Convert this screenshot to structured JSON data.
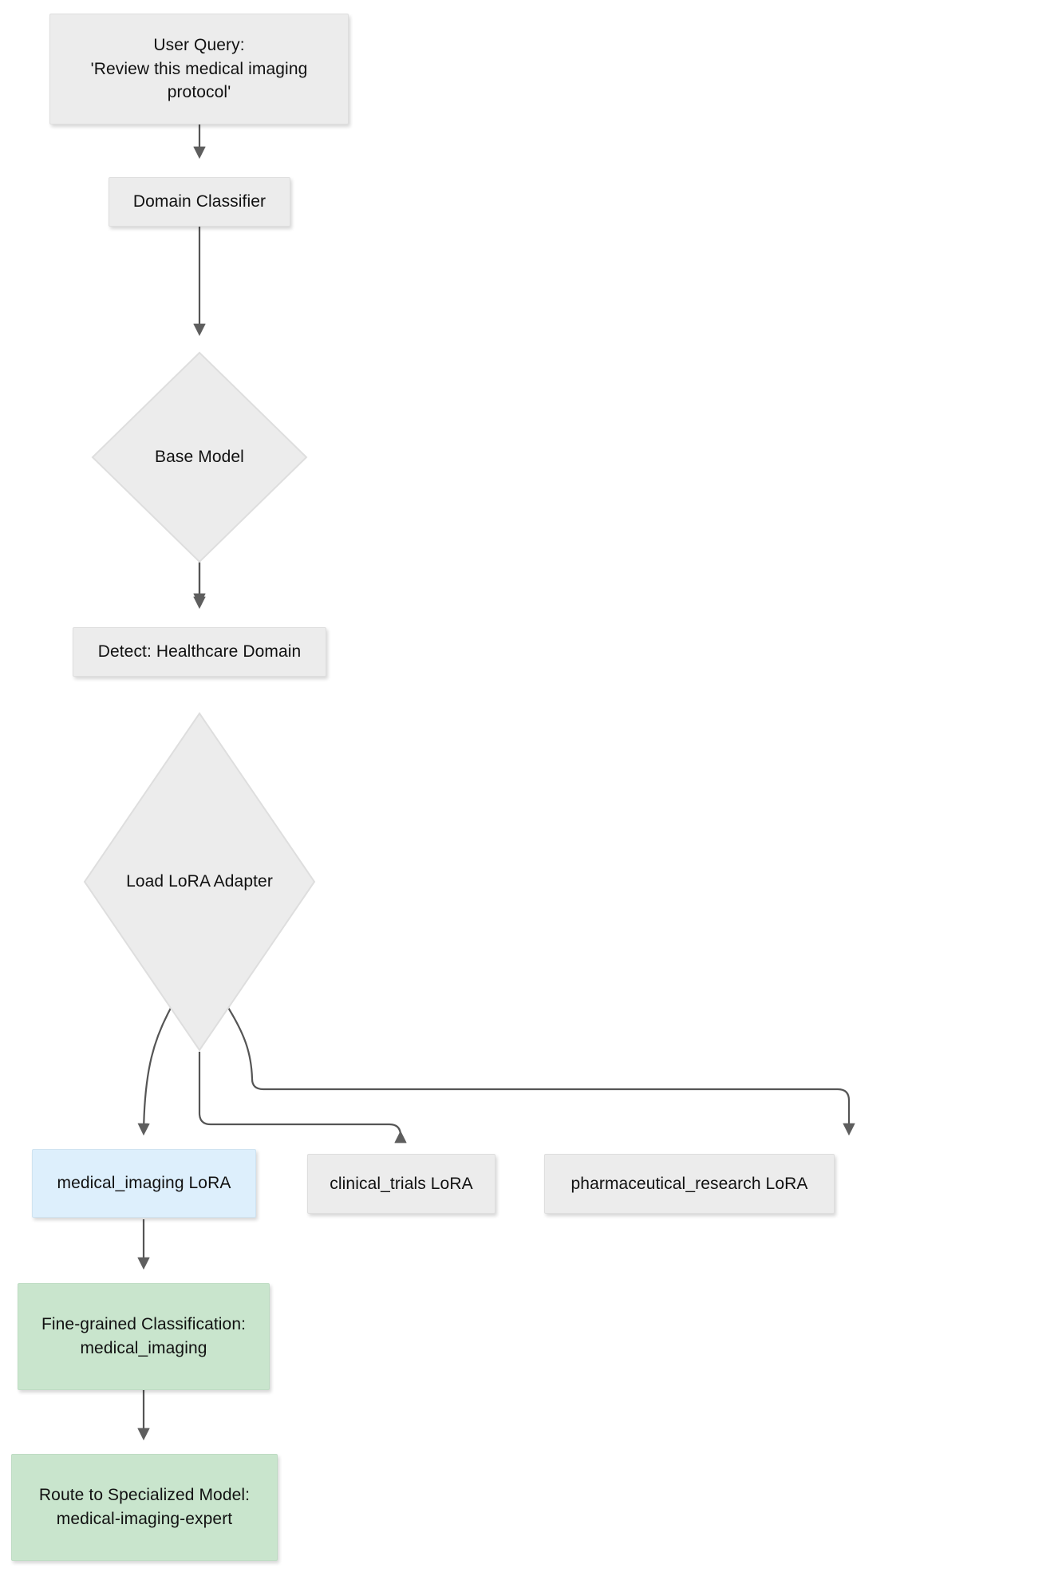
{
  "diagram": {
    "type": "flowchart",
    "orientation": "top-to-bottom",
    "title": "LoRA Adapter Domain Routing Flowchart",
    "colors": {
      "default_fill": "#ececec",
      "default_stroke": "#dedede",
      "highlight_fill": "#ddeffc",
      "highlight_stroke": "#cfe3f1",
      "result_fill": "#c9e5cd",
      "result_stroke": "#bedcc3",
      "edge_stroke": "#555555",
      "text": "#111111",
      "background": "#ffffff"
    },
    "nodes": [
      {
        "id": "user-query",
        "shape": "rect",
        "style": "default",
        "label": "User Query:\n'Review this medical imaging\nprotocol'"
      },
      {
        "id": "domain-classifier",
        "shape": "rect",
        "style": "default",
        "label": "Domain Classifier"
      },
      {
        "id": "base-model",
        "shape": "diamond",
        "style": "default",
        "label": "Base Model"
      },
      {
        "id": "detect-healthcare-domain",
        "shape": "rect",
        "style": "default",
        "label": "Detect: Healthcare Domain"
      },
      {
        "id": "load-lora-adapter",
        "shape": "diamond",
        "style": "default",
        "label": "Load LoRA Adapter"
      },
      {
        "id": "medical-imaging-lora",
        "shape": "rect",
        "style": "highlight",
        "label": "medical_imaging LoRA"
      },
      {
        "id": "clinical-trials-lora",
        "shape": "rect",
        "style": "default",
        "label": "clinical_trials LoRA"
      },
      {
        "id": "pharmaceutical-research-lora",
        "shape": "rect",
        "style": "default",
        "label": "pharmaceutical_research LoRA"
      },
      {
        "id": "fine-grained-classification",
        "shape": "rect",
        "style": "result",
        "label": "Fine-grained Classification:\nmedical_imaging"
      },
      {
        "id": "route-to-specialized-model",
        "shape": "rect",
        "style": "result",
        "label": "Route to Specialized Model:\nmedical-imaging-expert"
      }
    ],
    "edges": [
      {
        "from": "user-query",
        "to": "domain-classifier",
        "label": ""
      },
      {
        "from": "domain-classifier",
        "to": "base-model",
        "label": ""
      },
      {
        "from": "base-model",
        "to": "detect-healthcare-domain",
        "label": ""
      },
      {
        "from": "detect-healthcare-domain",
        "to": "load-lora-adapter",
        "label": ""
      },
      {
        "from": "load-lora-adapter",
        "to": "medical-imaging-lora",
        "label": ""
      },
      {
        "from": "load-lora-adapter",
        "to": "clinical-trials-lora",
        "label": ""
      },
      {
        "from": "load-lora-adapter",
        "to": "pharmaceutical-research-lora",
        "label": ""
      },
      {
        "from": "medical-imaging-lora",
        "to": "fine-grained-classification",
        "label": ""
      },
      {
        "from": "fine-grained-classification",
        "to": "route-to-specialized-model",
        "label": ""
      }
    ]
  }
}
